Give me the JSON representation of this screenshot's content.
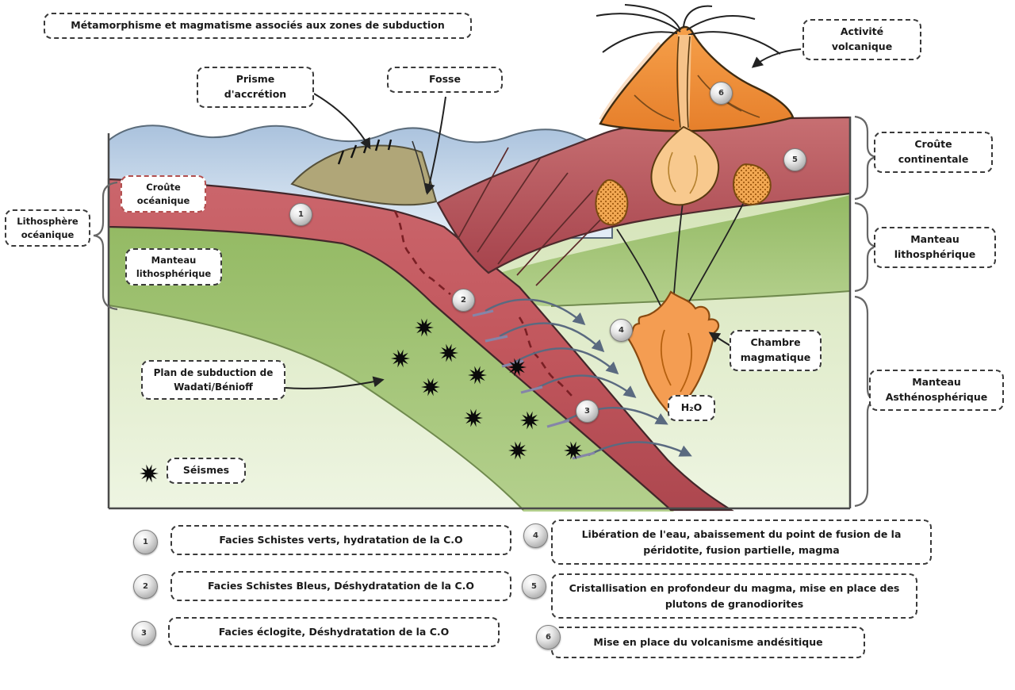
{
  "title": "Métamorphisme et magmatisme associés aux zones de subduction",
  "labels": {
    "prisme_accretion": "Prisme d'accrétion",
    "fosse": "Fosse",
    "activite_volcanique": "Activité volcanique",
    "croute_continentale": "Croûte continentale",
    "manteau_lithospherique_right": "Manteau lithosphérique",
    "manteau_asthenospherique": "Manteau Asthénosphérique",
    "lithosphere_oceanique": "Lithosphère océanique",
    "croute_oceanique": "Croûte océanique",
    "manteau_lithospherique_left": "Manteau lithosphérique",
    "plan_subduction": "Plan de subduction de Wadati/Bénioff",
    "seismes": "Séismes",
    "chambre_magmatique": "Chambre magmatique",
    "h2o": "H₂O"
  },
  "legend": [
    {
      "num": "1",
      "text": "Facies Schistes verts, hydratation de la C.O"
    },
    {
      "num": "2",
      "text": "Facies Schistes Bleus, Déshydratation de la C.O"
    },
    {
      "num": "3",
      "text": "Facies éclogite, Déshydratation de la C.O"
    },
    {
      "num": "4",
      "text": "Libération de l'eau, abaissement du point de fusion de la péridotite, fusion partielle, magma"
    },
    {
      "num": "5",
      "text": "Cristallisation en profondeur du magma, mise en place des plutons de granodiorites"
    },
    {
      "num": "6",
      "text": "Mise en place du volcanisme andésitique"
    }
  ],
  "colors": {
    "ocean": "#b6cbe2",
    "oceanic_crust_slab": "#c2575d",
    "continental_crust": "#b5525c",
    "lithospheric_mantle": "#a3c477",
    "asthenosphere": "#dcead0",
    "accretion_prism": "#b0a678",
    "volcano": "#ef8f3a",
    "magma_chamber": "#f49d52",
    "water_arrow": "#5a6a80",
    "earthquake": "#0a0a0a"
  }
}
